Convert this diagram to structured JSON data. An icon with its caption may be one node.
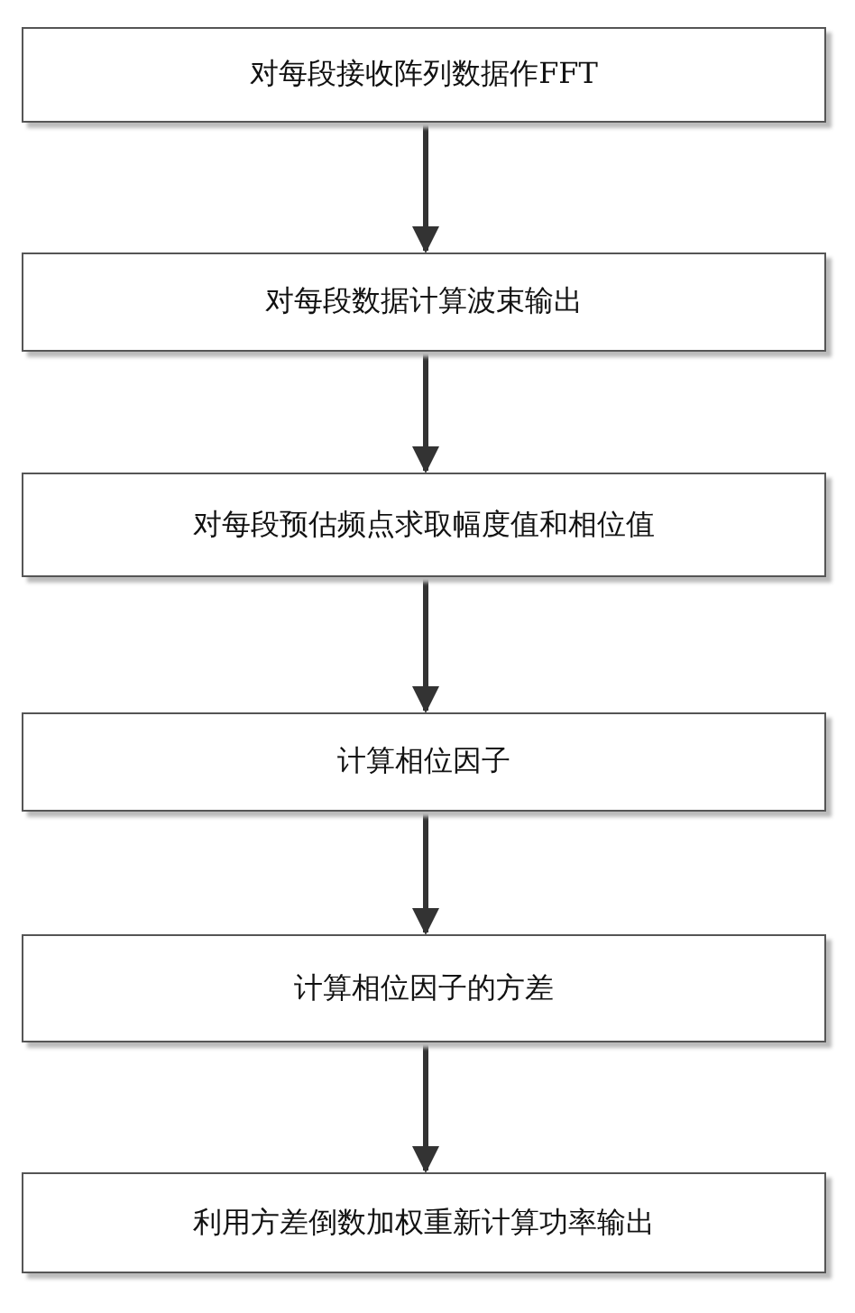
{
  "diagram": {
    "nodes": [
      {
        "text": [
          "对每段接收阵列数据作FFT"
        ]
      },
      {
        "text": [
          "对每段数据计算波束输出"
        ]
      },
      {
        "text": [
          "对每段预估频点求取幅度值和相位值"
        ]
      },
      {
        "text": [
          "计算相位因子"
        ]
      },
      {
        "text": [
          "计算相位因子的方差"
        ]
      },
      {
        "text": [
          "利用方差倒数加权重新计算功率输出"
        ]
      }
    ],
    "edges": [
      {
        "from": 0,
        "to": 1,
        "arrow": "to"
      },
      {
        "from": 1,
        "to": 2,
        "arrow": "to"
      },
      {
        "from": 2,
        "to": 3,
        "arrow": "to"
      },
      {
        "from": 3,
        "to": 4,
        "arrow": "to"
      },
      {
        "from": 4,
        "to": 5,
        "arrow": "to"
      }
    ]
  }
}
